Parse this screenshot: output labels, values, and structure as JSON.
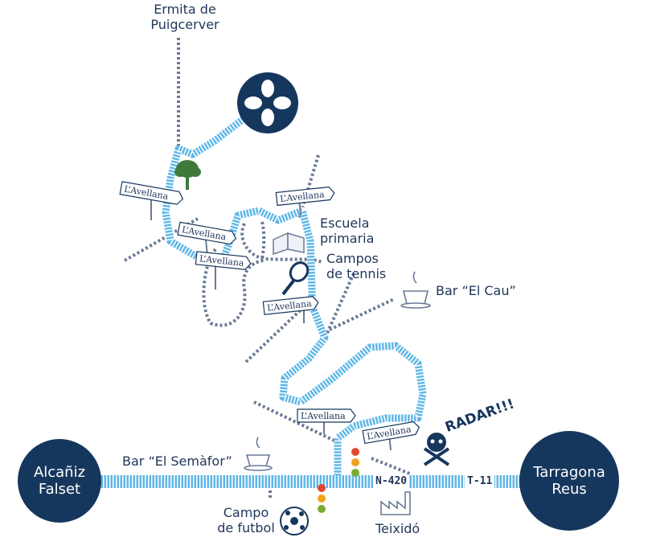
{
  "colors": {
    "road_blue": "#5fb7e6",
    "dark_navy": "#16375d",
    "path_gray": "#6a7a95",
    "tree_green": "#3f7a3a",
    "light_red": "#e2462e",
    "light_orange": "#f2a21f",
    "light_green": "#7aab34"
  },
  "destinations": {
    "left_city": [
      "Alcañiz",
      "Falset"
    ],
    "right_city": [
      "Tarragona",
      "Reus"
    ],
    "top": [
      "Ermita de",
      "Puigcerver"
    ]
  },
  "roads": {
    "n420": "N-420",
    "t11": "T-11"
  },
  "places": {
    "school": [
      "Escuela",
      "primaria"
    ],
    "tennis": [
      "Campos",
      "de tennis"
    ],
    "bar_cau": "Bar “El Cau”",
    "bar_semafor": "Bar “El Semàfor”",
    "football": [
      "Campo",
      "de futbol"
    ],
    "factory": "Teixidó",
    "radar": "RADAR!!!"
  },
  "sign_label": "L’Avellana",
  "icons": [
    "logo-clover-icon",
    "tree-icon",
    "book-icon",
    "tennis-racket-icon",
    "coffee-cup-icon",
    "skull-crossbones-icon",
    "traffic-light-icon",
    "factory-icon",
    "football-icon"
  ]
}
